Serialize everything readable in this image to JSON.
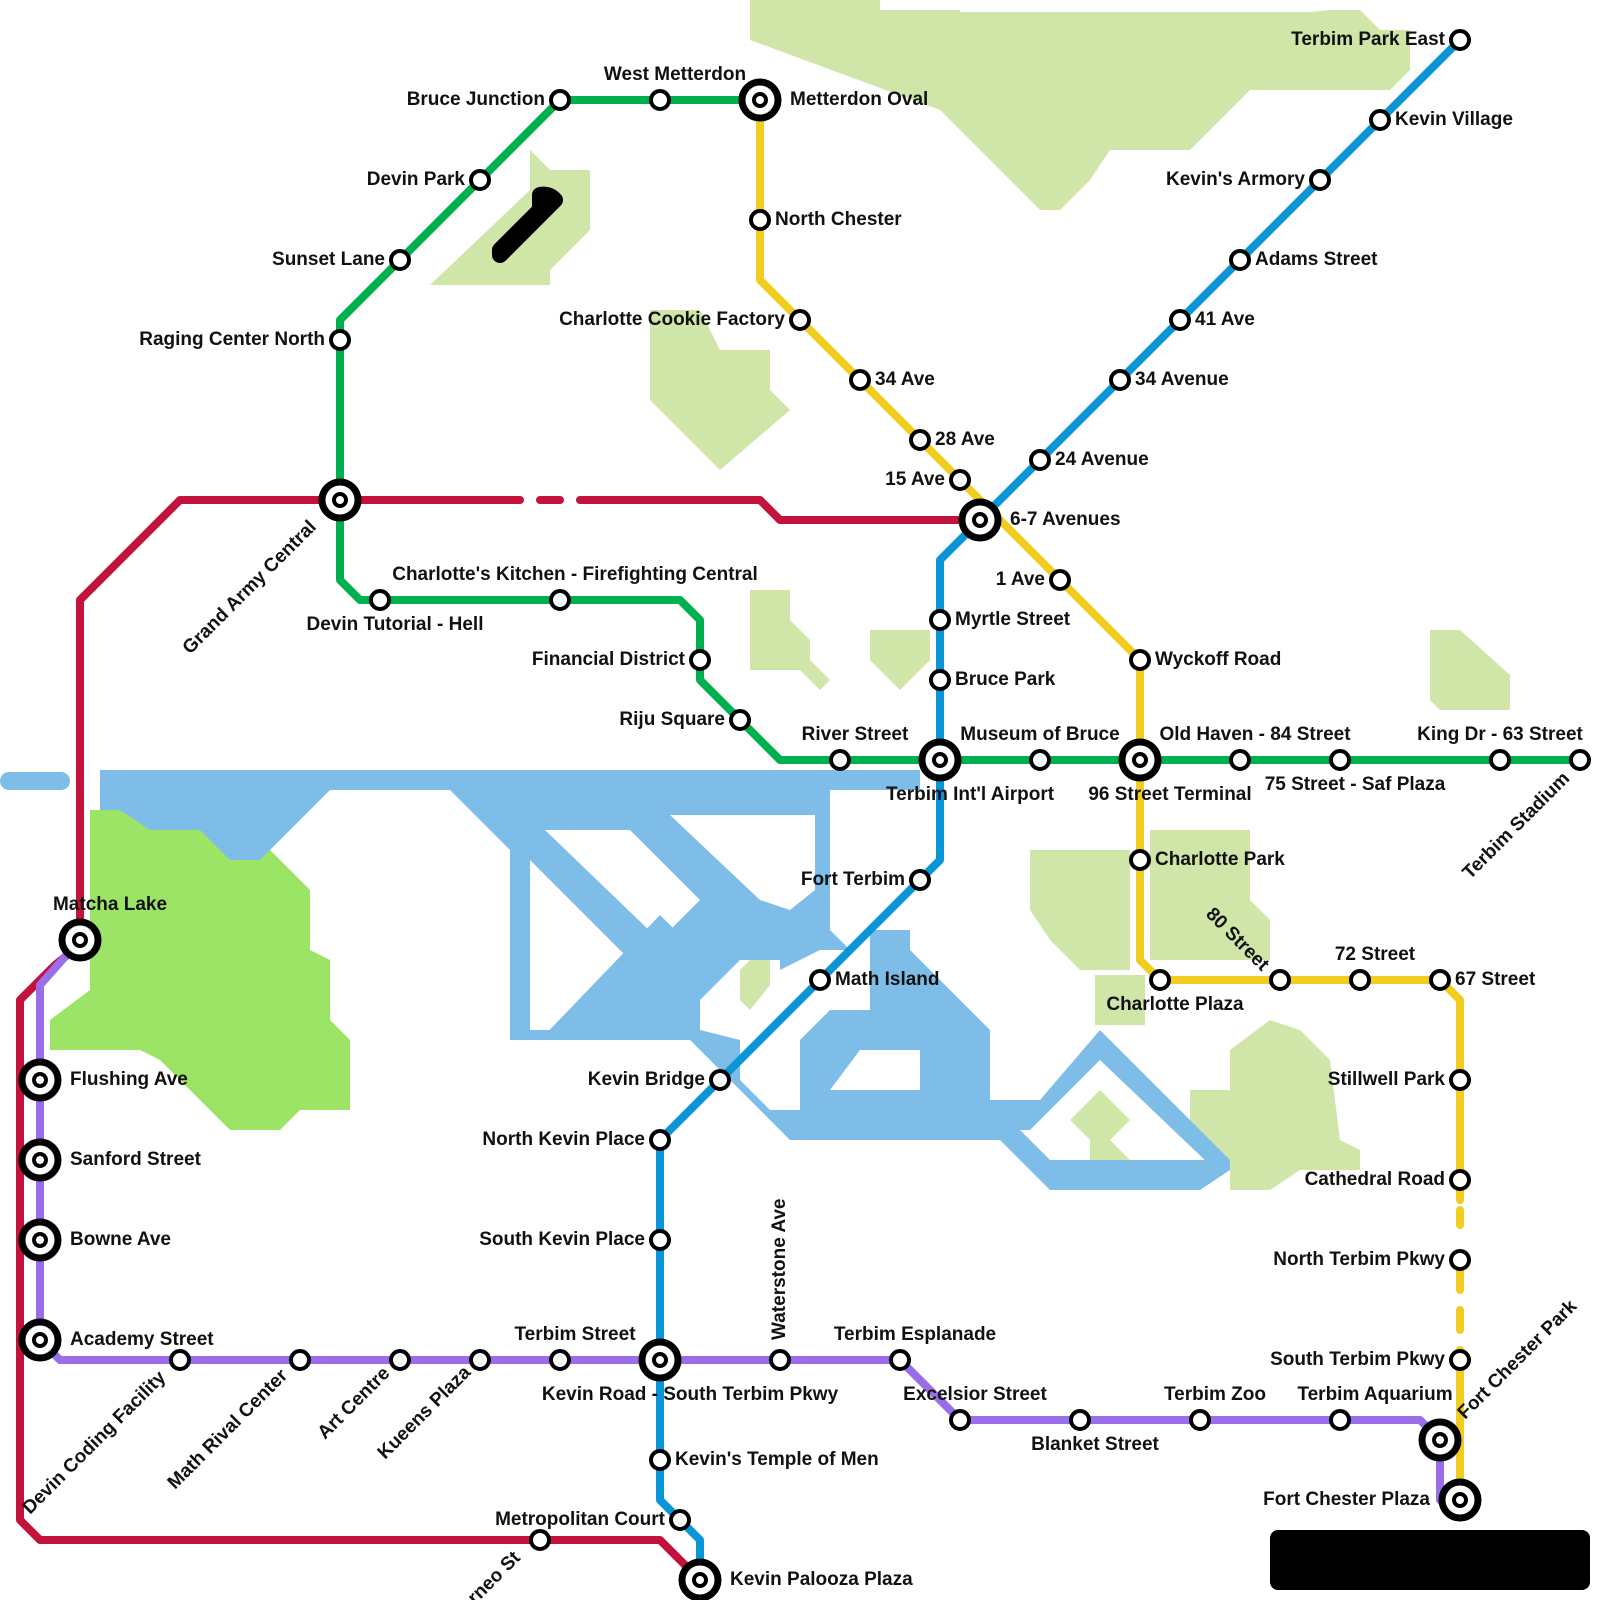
{
  "colors": {
    "park": "#d0e6a8",
    "park_bright": "#9be466",
    "water": "#7dbde8",
    "green_line": "#00b050",
    "yellow_line": "#f0cd1e",
    "blue_line": "#0a95d6",
    "red_line": "#c3123b",
    "purple_line": "#9a6ee8",
    "station": "#000000"
  },
  "lines": [
    {
      "id": "green",
      "name": "green-line"
    },
    {
      "id": "yellow",
      "name": "yellow-line"
    },
    {
      "id": "blue",
      "name": "blue-line"
    },
    {
      "id": "red",
      "name": "red-line"
    },
    {
      "id": "purple",
      "name": "purple-line"
    }
  ],
  "stations": {
    "bruce_junction": "Bruce Junction",
    "west_metterdon": "West Metterdon",
    "metterdon_oval": "Metterdon Oval",
    "devin_park": "Devin Park",
    "sunset_lane": "Sunset Lane",
    "raging_center_north": "Raging Center North",
    "grand_army_central": "Grand Army Central",
    "devin_tutorial_hell": "Devin Tutorial - Hell",
    "charlottes_kitchen": "Charlotte's Kitchen - Firefighting Central",
    "financial_district": "Financial District",
    "riju_square": "Riju Square",
    "river_street": "River Street",
    "terbim_intl_airport": "Terbim Int'l Airport",
    "museum_of_bruce": "Museum of Bruce",
    "ninety_six_street_terminal": "96 Street Terminal",
    "old_haven_84_street": "Old Haven - 84 Street",
    "seventy_five_street": "75 Street - Saf Plaza",
    "king_dr_63_street": "King Dr - 63 Street",
    "terbim_stadium": "Terbim Stadium",
    "north_chester": "North Chester",
    "charlotte_cookie_factory": "Charlotte Cookie Factory",
    "thirty_four_ave": "34 Ave",
    "twenty_eight_ave": "28 Ave",
    "fifteen_ave": "15 Ave",
    "six_seven_avenues": "6-7 Avenues",
    "one_ave": "1 Ave",
    "wyckoff_road": "Wyckoff Road",
    "charlotte_park": "Charlotte Park",
    "charlotte_plaza": "Charlotte Plaza",
    "eighty_street": "80 Street",
    "seventy_two_street": "72 Street",
    "sixty_seven_street": "67 Street",
    "stillwell_park": "Stillwell Park",
    "cathedral_road": "Cathedral Road",
    "north_terbim_pkwy": "North Terbim Pkwy",
    "south_terbim_pkwy": "South Terbim Pkwy",
    "fort_chester_park": "Fort Chester Park",
    "fort_chester_plaza": "Fort Chester Plaza",
    "terbim_park_east": "Terbim Park East",
    "kevin_village": "Kevin Village",
    "kevins_armory": "Kevin's Armory",
    "adams_street": "Adams Street",
    "forty_one_ave": "41 Ave",
    "thirty_four_avenue": "34 Avenue",
    "twenty_four_avenue": "24 Avenue",
    "myrtle_street": "Myrtle Street",
    "bruce_park": "Bruce Park",
    "fort_terbim": "Fort Terbim",
    "math_island": "Math Island",
    "kevin_bridge": "Kevin Bridge",
    "north_kevin_place": "North Kevin Place",
    "south_kevin_place": "South Kevin Place",
    "kevin_road": "Kevin Road - South Terbim Pkwy",
    "kevins_temple_of_men": "Kevin's Temple of Men",
    "metropolitan_court": "Metropolitan Court",
    "kevin_palooza_plaza": "Kevin Palooza Plaza",
    "borneo_st": "rneo St",
    "matcha_lake": "Matcha Lake",
    "flushing_ave": "Flushing Ave",
    "sanford_street": "Sanford Street",
    "bowne_ave": "Bowne Ave",
    "academy_street": "Academy Street",
    "devin_coding_facility": "Devin Coding Facility",
    "math_rival_center": "Math Rival Center",
    "art_centre": "Art Centre",
    "kueens_plaza": "Kueens Plaza",
    "terbim_street": "Terbim Street",
    "waterstone_ave": "Waterstone Ave",
    "terbim_esplanade": "Terbim Esplanade",
    "excelsior_street": "Excelsior Street",
    "blanket_street": "Blanket Street",
    "terbim_zoo": "Terbim Zoo",
    "terbim_aquarium": "Terbim Aquarium"
  }
}
